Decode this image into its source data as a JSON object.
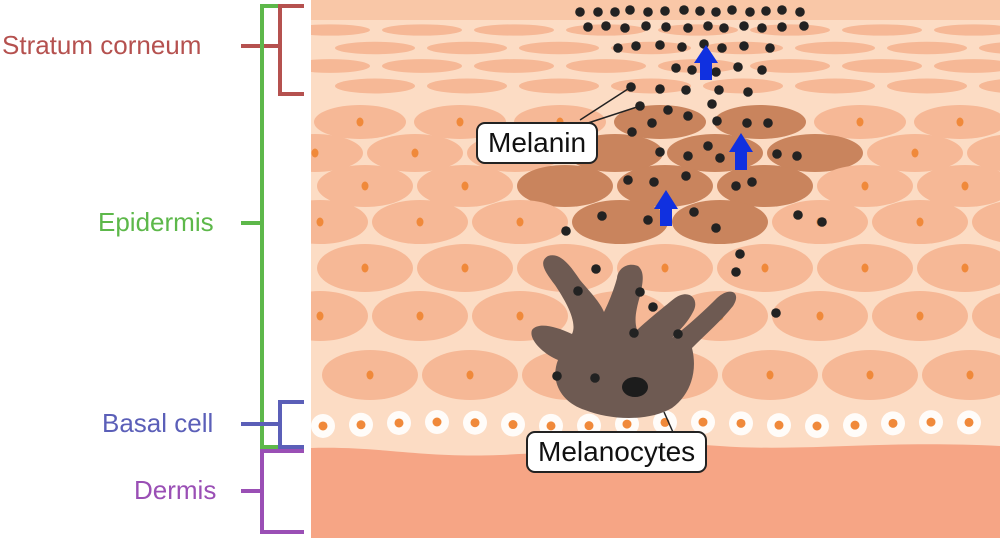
{
  "labels": {
    "stratum_corneum": "Stratum corneum",
    "epidermis": "Epidermis",
    "basal_cell": "Basal cell",
    "dermis": "Dermis"
  },
  "callouts": {
    "melanin": "Melanin",
    "melanocytes": "Melanocytes"
  },
  "colors": {
    "stratum_corneum": "#b5514f",
    "epidermis": "#5db84a",
    "basal_cell": "#5b5fb8",
    "dermis": "#9a4fb5",
    "arrow": "#1030e0",
    "melanocyte": "#6e5a52",
    "melanin_dot": "#222222",
    "skin_background": "#fcdcc4",
    "dermis_fill": "#f6a585"
  }
}
